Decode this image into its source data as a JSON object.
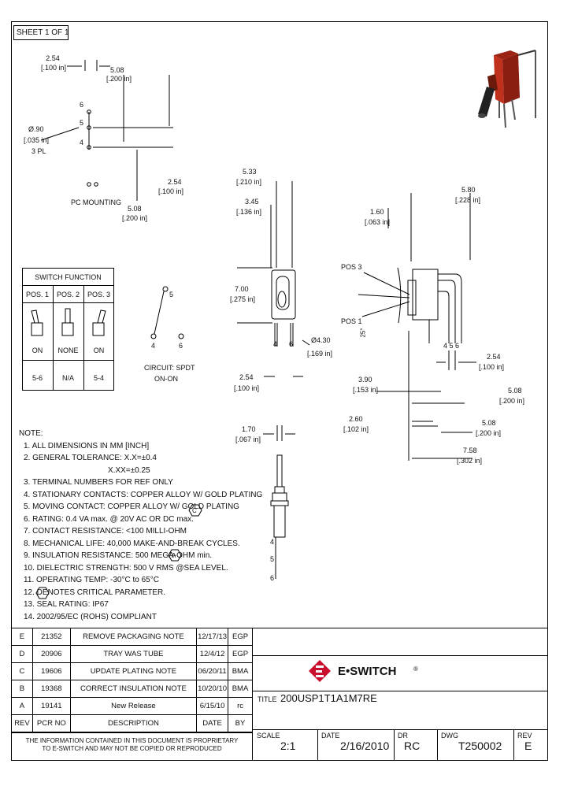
{
  "sheet": "SHEET 1 OF 1",
  "pc_mounting": {
    "label": "PC MOUNTING",
    "dim_254_top": "2.54",
    "dim_254_top_in": "[.100 in]",
    "dim_508_top": "5.08",
    "dim_508_top_in": "[.200 in]",
    "dia": "Ø.90",
    "dia_in": "[.035 in]",
    "dia_pl": "3 PL",
    "pin6": "6",
    "pin5": "5",
    "pin4": "4",
    "dim_254_r": "2.54",
    "dim_254_r_in": "[.100 in]",
    "dim_508_b": "5.08",
    "dim_508_b_in": "[.200 in]"
  },
  "front_view": {
    "w533": "5.33",
    "w533_in": "[.210 in]",
    "w345": "3.45",
    "w345_in": "[.136 in]",
    "h700": "7.00",
    "h700_in": "[.275 in]",
    "pin4": "4",
    "pin6": "6",
    "d430": "Ø4.30",
    "d430_in": "[.169 in]",
    "p254": "2.54",
    "p254_in": "[.100 in]"
  },
  "side_view": {
    "w580": "5.80",
    "w580_in": "[.228 in]",
    "w160": "1.60",
    "w160_in": "[.063 in]",
    "pos3": "POS 3",
    "pos1": "POS 1",
    "angle": "25°",
    "pins": "4  5  6",
    "d254": "2.54",
    "d254_in": "[.100 in]",
    "d390": "3.90",
    "d390_in": "[.153 in]",
    "d508a": "5.08",
    "d508a_in": "[.200 in]",
    "d260": "2.60",
    "d260_in": "[.102 in]",
    "d508b": "5.08",
    "d508b_in": "[.200 in]",
    "d758": "7.58",
    "d758_in": "[.302 in]"
  },
  "bottom_view": {
    "d170": "1.70",
    "d170_in": "[.067 in]",
    "pin4": "4",
    "pin5": "5",
    "pin6": "6"
  },
  "switch_function": {
    "title": "SWITCH FUNCTION",
    "headers": [
      "POS. 1",
      "POS. 2",
      "POS. 3"
    ],
    "row_state": [
      "ON",
      "NONE",
      "ON"
    ],
    "row_pins": [
      "5-6",
      "N/A",
      "5-4"
    ]
  },
  "circuit": {
    "label": "CIRCUIT: SPDT",
    "sub": "ON-ON",
    "p5": "5",
    "p4": "4",
    "p6": "6"
  },
  "notes": {
    "title": "NOTE:",
    "items": [
      "1. ALL DIMENSIONS IN MM [INCH]",
      "2. GENERAL TOLERANCE: X.X=±0.4",
      "X.XX=±0.25",
      "3. TERMINAL NUMBERS FOR REF ONLY",
      "4. STATIONARY CONTACTS: COPPER ALLOY W/ GOLD PLATING",
      "5. MOVING CONTACT: COPPER ALLOY W/ GOLD PLATING",
      "6. RATING: 0.4 VA max. @ 20V AC OR DC max.",
      "7. CONTACT RESISTANCE: <100 MILLI-OHM",
      "8. MECHANICAL LIFE: 40,000 MAKE-AND-BREAK CYCLES.",
      "9. INSULATION RESISTANCE: 500 MEGA-OHM min.",
      "10. DIELECTRIC STRENGTH: 500 V RMS @SEA LEVEL.",
      "11. OPERATING TEMP: -30°C to 65°C",
      "12.      DENOTES CRITICAL PARAMETER.",
      "13. SEAL RATING: IP67",
      "14. 2002/95/EC (ROHS) COMPLIANT"
    ],
    "mark_a": "A",
    "mark_c": "C"
  },
  "revisions": {
    "rows": [
      [
        "E",
        "21352",
        "REMOVE PACKAGING NOTE",
        "12/17/13",
        "EGP"
      ],
      [
        "D",
        "20906",
        "TRAY WAS TUBE",
        "12/4/12",
        "EGP"
      ],
      [
        "C",
        "19606",
        "UPDATE PLATING NOTE",
        "06/20/11",
        "BMA"
      ],
      [
        "B",
        "19368",
        "CORRECT INSULATION NOTE",
        "10/20/10",
        "BMA"
      ],
      [
        "A",
        "19141",
        "New Release",
        "6/15/10",
        "rc"
      ]
    ],
    "headers": [
      "REV",
      "PCR NO",
      "DESCRIPTION",
      "DATE",
      "BY"
    ]
  },
  "proprietary": {
    "line1": "THE INFORMATION CONTAINED IN THIS DOCUMENT IS PROPRIETARY",
    "line2": "TO E-SWITCH AND MAY NOT BE COPIED OR REPRODUCED"
  },
  "title_block": {
    "logo": "E•SWITCH",
    "reg": "®",
    "title_label": "TITLE",
    "title": "200USP1T1A1M7RE",
    "scale_label": "SCALE",
    "scale": "2:1",
    "date_label": "DATE",
    "date": "2/16/2010",
    "dr_label": "DR",
    "dr": "RC",
    "dwg_label": "DWG",
    "dwg": "T250002",
    "rev_label": "REV",
    "rev": "E"
  },
  "colors": {
    "accent": "#c8102e",
    "switch_body": "#c0301c"
  }
}
